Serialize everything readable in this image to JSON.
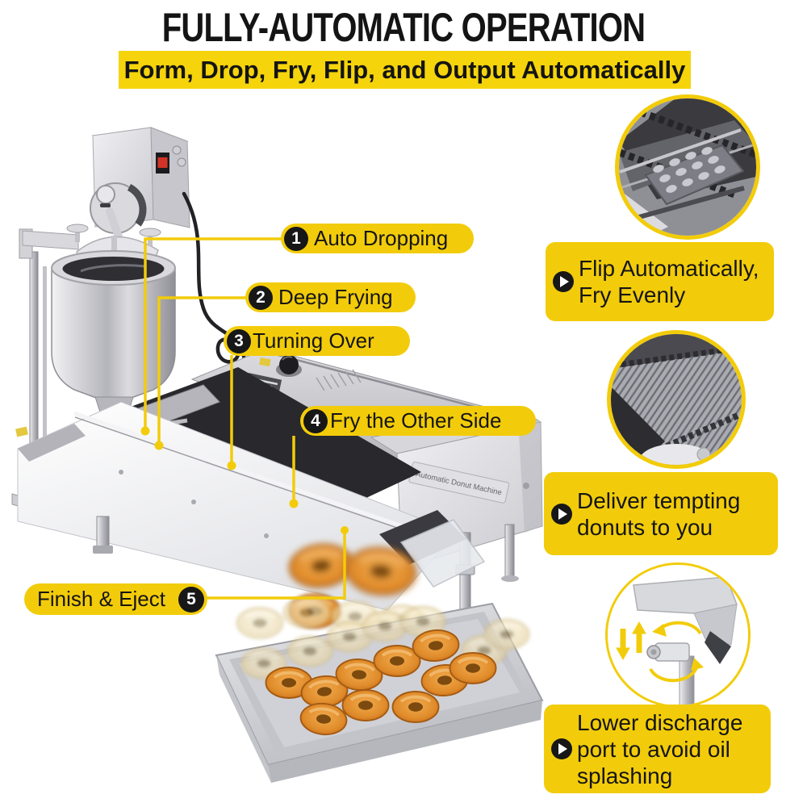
{
  "header": {
    "title": "FULLY-AUTOMATIC OPERATION",
    "subtitle": "Form, Drop, Fry, Flip, and Output Automatically"
  },
  "colors": {
    "accent_yellow": "#f2cc0a",
    "banner_yellow": "#f5d40b",
    "callout_circle_black": "#171717",
    "text_black": "#141414"
  },
  "callouts": [
    {
      "number": "1",
      "label": "Auto Dropping"
    },
    {
      "number": "2",
      "label": "Deep Frying"
    },
    {
      "number": "3",
      "label": "Turning Over"
    },
    {
      "number": "4",
      "label": "Fry the Other Side"
    },
    {
      "number": "5",
      "label": "Finish & Eject"
    }
  ],
  "features": [
    {
      "icon": "play-icon",
      "lines": {
        "0": "Flip Automatically,",
        "1": "Fry Evenly"
      }
    },
    {
      "icon": "play-icon",
      "lines": {
        "0": "Deliver tempting",
        "1": "donuts to you"
      }
    },
    {
      "icon": "play-icon",
      "lines": {
        "0": "Lower discharge",
        "1": "port to avoid oil",
        "2": "splashing"
      }
    }
  ],
  "machine": {
    "nameplate": "Automatic Donut Machine"
  },
  "detail_circles": [
    {
      "name": "flip-plate-closeup"
    },
    {
      "name": "mesh-conveyor-closeup"
    },
    {
      "name": "discharge-port-closeup"
    }
  ]
}
